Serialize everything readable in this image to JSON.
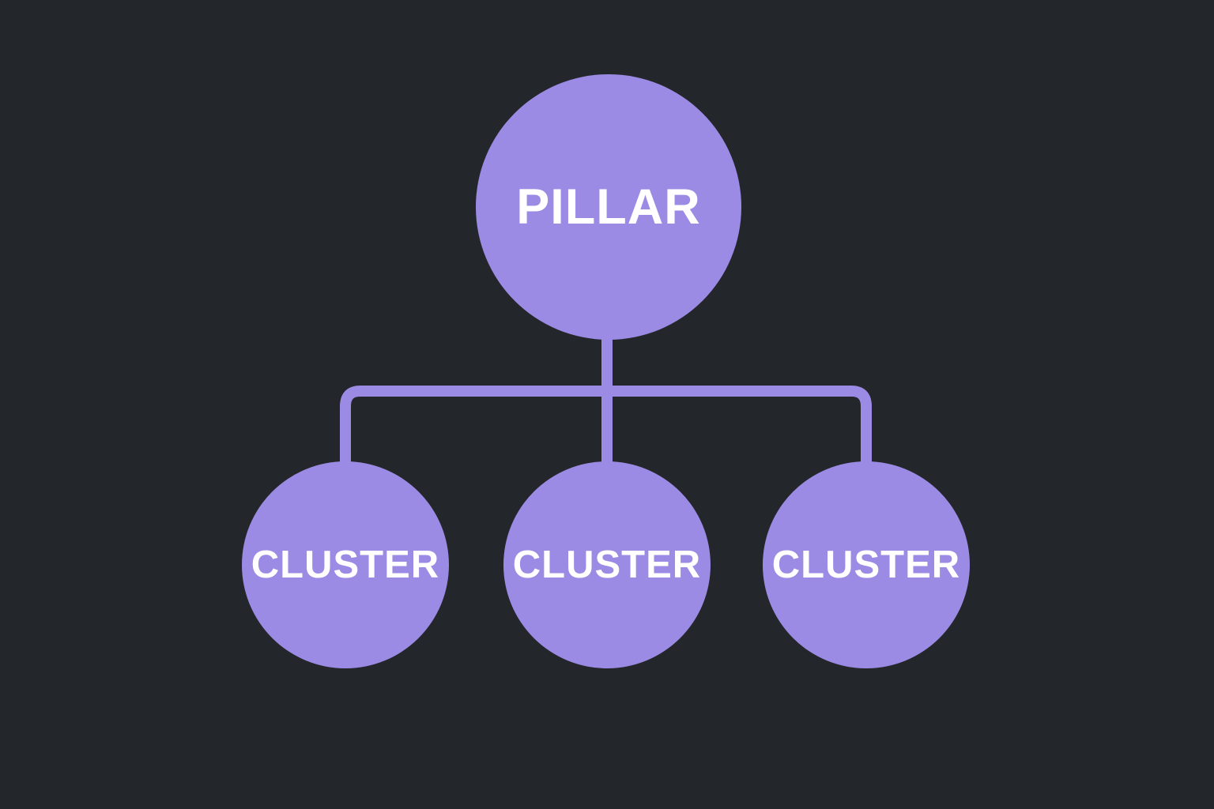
{
  "colors": {
    "background": "#23262a",
    "node_fill": "#9c8be4",
    "connector": "#9c8be4",
    "label_text": "#ffffff"
  },
  "diagram": {
    "type": "tree",
    "root": {
      "label": "PILLAR"
    },
    "children": [
      {
        "label": "CLUSTER"
      },
      {
        "label": "CLUSTER"
      },
      {
        "label": "CLUSTER"
      }
    ]
  }
}
